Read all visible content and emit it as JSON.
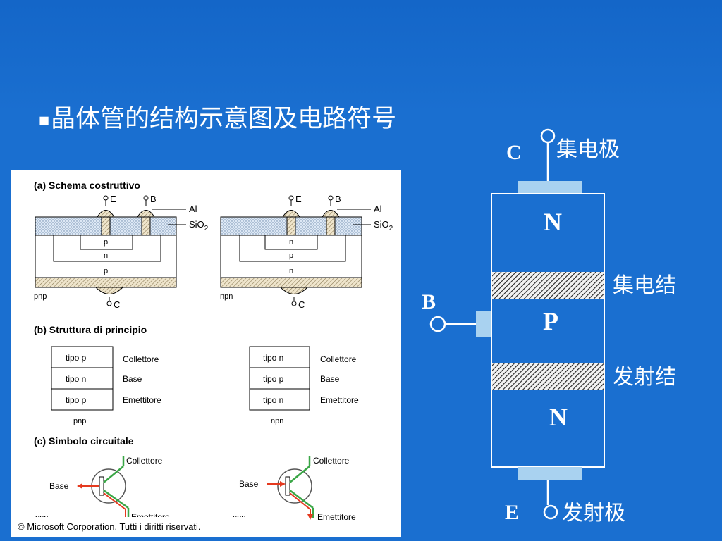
{
  "slide": {
    "bullet": "■",
    "title": "晶体管的结构示意图及电路符号"
  },
  "figure": {
    "section_a": "(a) Schema costruttivo",
    "section_b": "(b) Struttura di principio",
    "section_c": "(c) Simbolo circuitale",
    "pnp": "pnp",
    "npn": "npn",
    "terminal_e": "E",
    "terminal_b": "B",
    "terminal_c": "C",
    "al": "Al",
    "sio2": "SiO",
    "sio2_sub": "2",
    "pnp_layers": [
      "p",
      "n",
      "p"
    ],
    "npn_layers": [
      "n",
      "p",
      "n"
    ],
    "pnp_types": [
      "tipo p",
      "tipo n",
      "tipo p"
    ],
    "npn_types": [
      "tipo n",
      "tipo p",
      "tipo n"
    ],
    "roles": [
      "Collettore",
      "Base",
      "Emettitore"
    ],
    "symbol_base": "Base",
    "symbol_collector": "Collettore",
    "symbol_emitter": "Emettitore",
    "copyright": "© Microsoft Corporation. Tutti i diritti riservati."
  },
  "structure": {
    "c": "C",
    "b": "B",
    "e": "E",
    "region_top": "N",
    "region_mid": "P",
    "region_bottom": "N",
    "collector": "集电极",
    "collector_junction": "集电结",
    "emitter_junction": "发射结",
    "emitter": "发射极"
  },
  "colors": {
    "background": "#1a6fd0",
    "electrode": "#a9d2f0",
    "oxide": "#dde8f5",
    "metal": "#d8c9a6",
    "arrow": "#e53a1f",
    "wire": "#3aa646"
  }
}
